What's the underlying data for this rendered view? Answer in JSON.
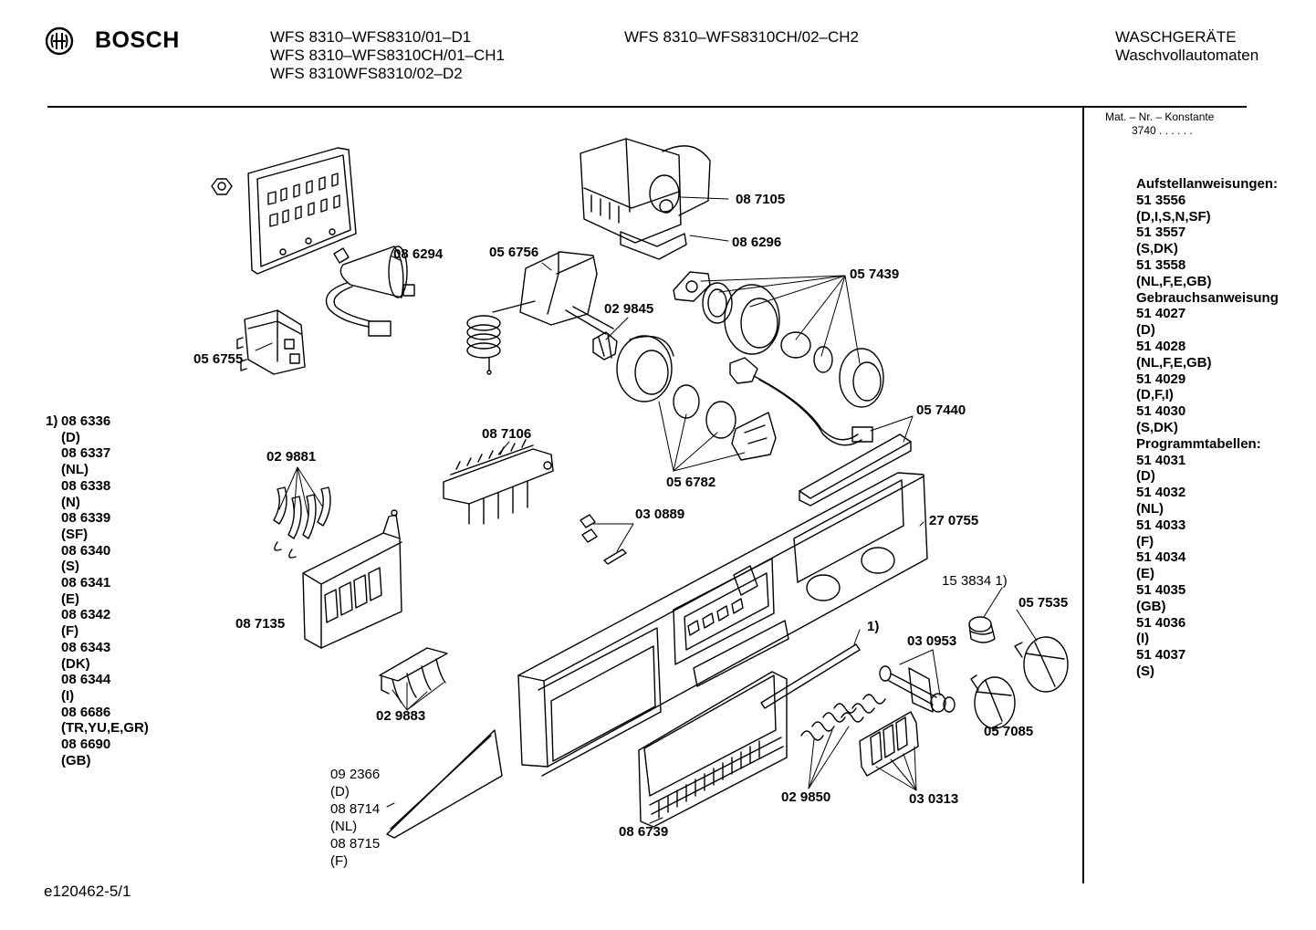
{
  "header": {
    "brand": "BOSCH",
    "models_col1": [
      "WFS 8310–WFS8310/01–D1",
      "WFS 8310–WFS8310CH/01–CH1",
      "WFS 8310WFS8310/02–D2"
    ],
    "models_col2": [
      "WFS 8310–WFS8310CH/02–CH2"
    ],
    "category": [
      "WASCHGERÄTE",
      "Waschvollautomaten"
    ]
  },
  "sidebar": {
    "mat_nr_label": "Mat. – Nr. – Konstante",
    "mat_nr_value": "3740 . . . . . .",
    "entries": [
      "Aufstellanweisungen:",
      "51 3556",
      "(D,I,S,N,SF)",
      "51 3557",
      "(S,DK)",
      "51 3558",
      "(NL,F,E,GB)",
      "Gebrauchsanweisung",
      "51 4027",
      "(D)",
      "51 4028",
      "(NL,F,E,GB)",
      "51 4029",
      "(D,F,I)",
      "51 4030",
      "(S,DK)",
      "Programmtabellen:",
      "51 4031",
      "(D)",
      "51 4032",
      "(NL)",
      "51 4033",
      "(F)",
      "51 4034",
      "(E)",
      "51 4035",
      "(GB)",
      "51 4036",
      "(I)",
      "51 4037",
      "(S)"
    ]
  },
  "footnote_list": {
    "marker": "1)",
    "items": [
      "08 6336",
      "(D)",
      "08 6337",
      "(NL)",
      "08 6338",
      "(N)",
      "08 6339",
      "(SF)",
      "08 6340",
      "(S)",
      "08 6341",
      "(E)",
      "08 6342",
      "(F)",
      "08 6343",
      "(DK)",
      "08 6344",
      "(I)",
      "08 6686",
      "(TR,YU,E,GR)",
      "08 6690",
      "(GB)"
    ]
  },
  "callouts": {
    "p086294": "08 6294",
    "p056755": "05 6755",
    "p056756": "05 6756",
    "p029845": "02 9845",
    "p087105": "08 7105",
    "p086296": "08 6296",
    "p057439": "05 7439",
    "p057440": "05 7440",
    "p056782": "05 6782",
    "p087106": "08 7106",
    "p029881": "02 9881",
    "p030889": "03 0889",
    "p270755": "27 0755",
    "p153834": "15 3834 1)",
    "p057535": "05 7535",
    "p087135": "08 7135",
    "p029883": "02 9883",
    "footmark": "1)",
    "p030953": "03 0953",
    "p057085": "05 7085",
    "p029850": "02 9850",
    "p030313": "03 0313",
    "p086739": "08 6739"
  },
  "card_list": [
    "09 2366",
    "(D)",
    "08 8714",
    "(NL)",
    "08 8715",
    "(F)"
  ],
  "footer_code": "e120462-5/1"
}
